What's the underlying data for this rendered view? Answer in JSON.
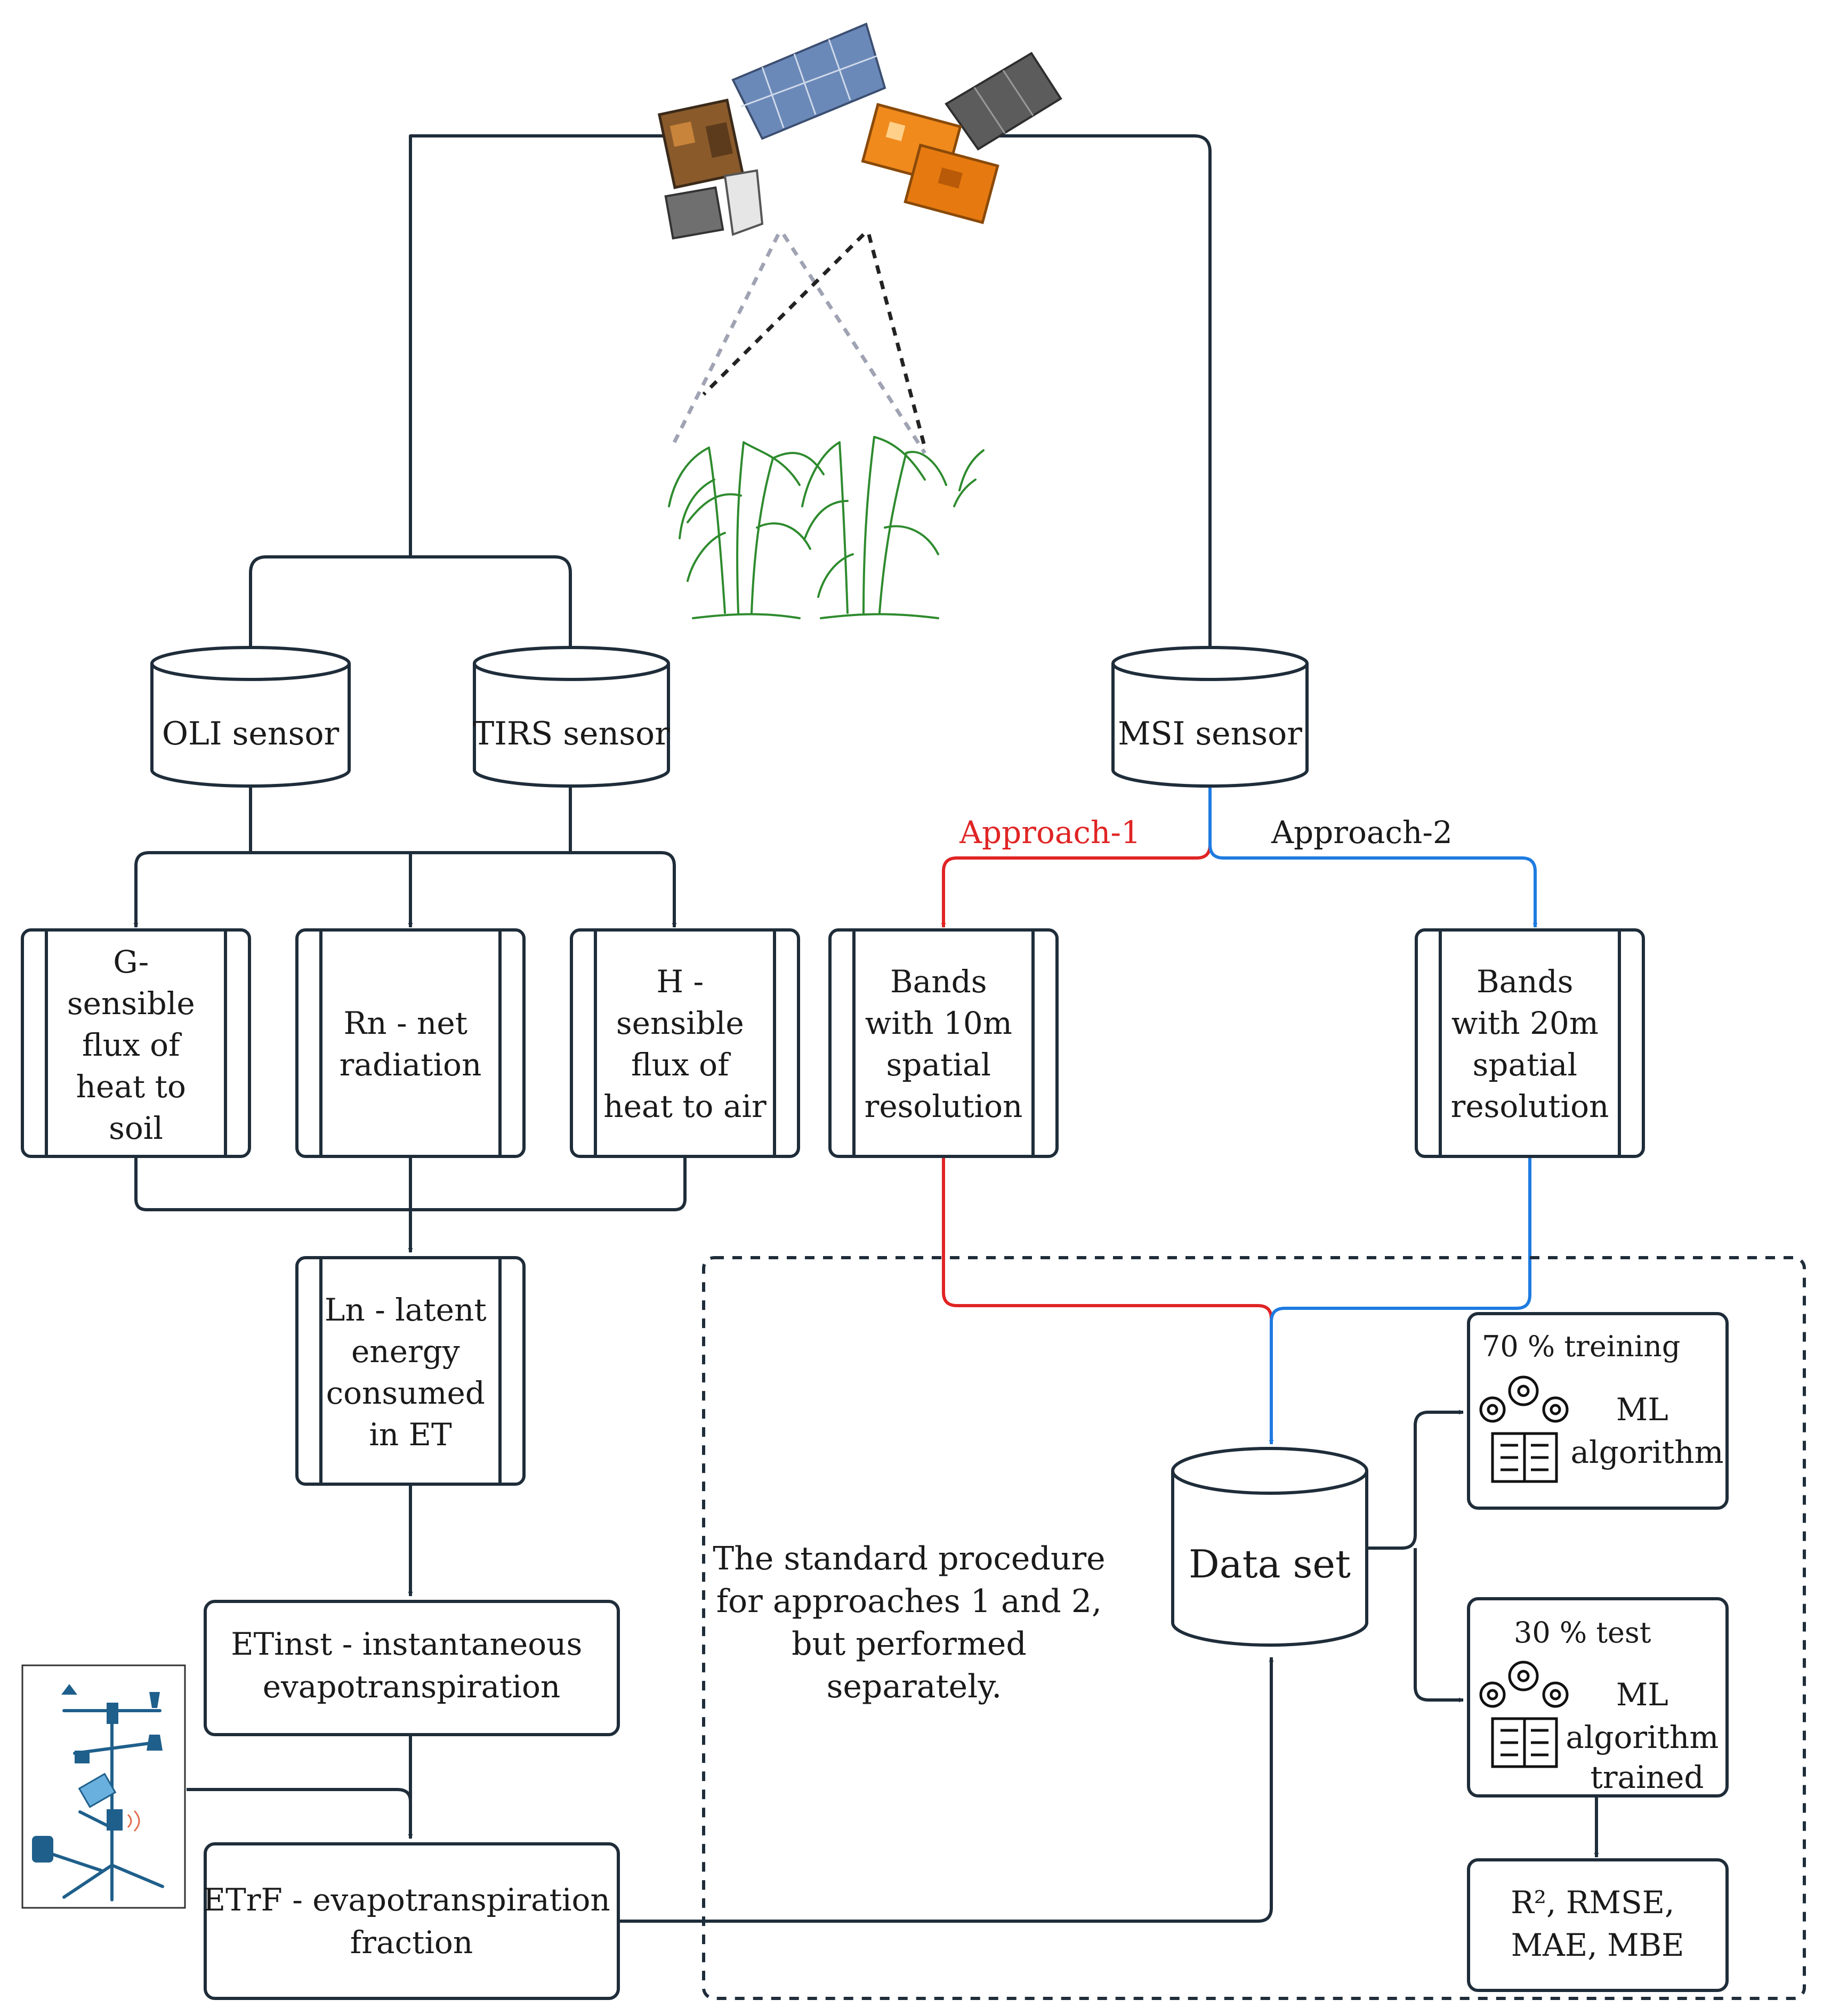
{
  "colors": {
    "stroke": "#1f2d3a",
    "approach1": "#e02424",
    "approach2": "#1e7be0",
    "plant": "#2e8b2e",
    "station": "#1f5f8b"
  },
  "nodes": {
    "oli": "OLI sensor",
    "tirs": "TIRS sensor",
    "msi": "MSI sensor",
    "g": [
      "G-",
      "sensible",
      "flux of",
      "heat to",
      "soil"
    ],
    "rn": [
      "Rn - net",
      "radiation"
    ],
    "h": [
      "H -",
      "sensible",
      "flux of",
      "heat to air"
    ],
    "bands10": [
      "Bands",
      "with 10m",
      "spatial",
      "resolution"
    ],
    "bands20": [
      "Bands",
      "with 20m",
      "spatial",
      "resolution"
    ],
    "ln": [
      "Ln - latent",
      "energy",
      "consumed",
      "in ET"
    ],
    "etinst": [
      "ETinst  - instantaneous",
      "evapotranspiration"
    ],
    "etrf": [
      "ETrF - evapotranspiration",
      "fraction"
    ],
    "dataset": "Data set",
    "training": {
      "title": "70 % treining",
      "label": [
        "ML",
        "algorithm"
      ]
    },
    "test": {
      "title": "30 % test",
      "label": [
        "ML",
        "algorithm",
        "trained"
      ]
    },
    "metrics": [
      "R², RMSE,",
      "MAE, MBE"
    ]
  },
  "labels": {
    "approach1": "Approach-1",
    "approach2": "Approach-2",
    "note": [
      "The standard procedure",
      "for approaches 1 and 2,",
      "but performed",
      "separately."
    ]
  },
  "icons": {
    "satellite_left": "landsat-satellite-icon",
    "satellite_right": "sentinel-satellite-icon",
    "crop": "sugarcane-plant-icon",
    "station": "weather-station-icon",
    "ml": "gears-book-icon"
  }
}
